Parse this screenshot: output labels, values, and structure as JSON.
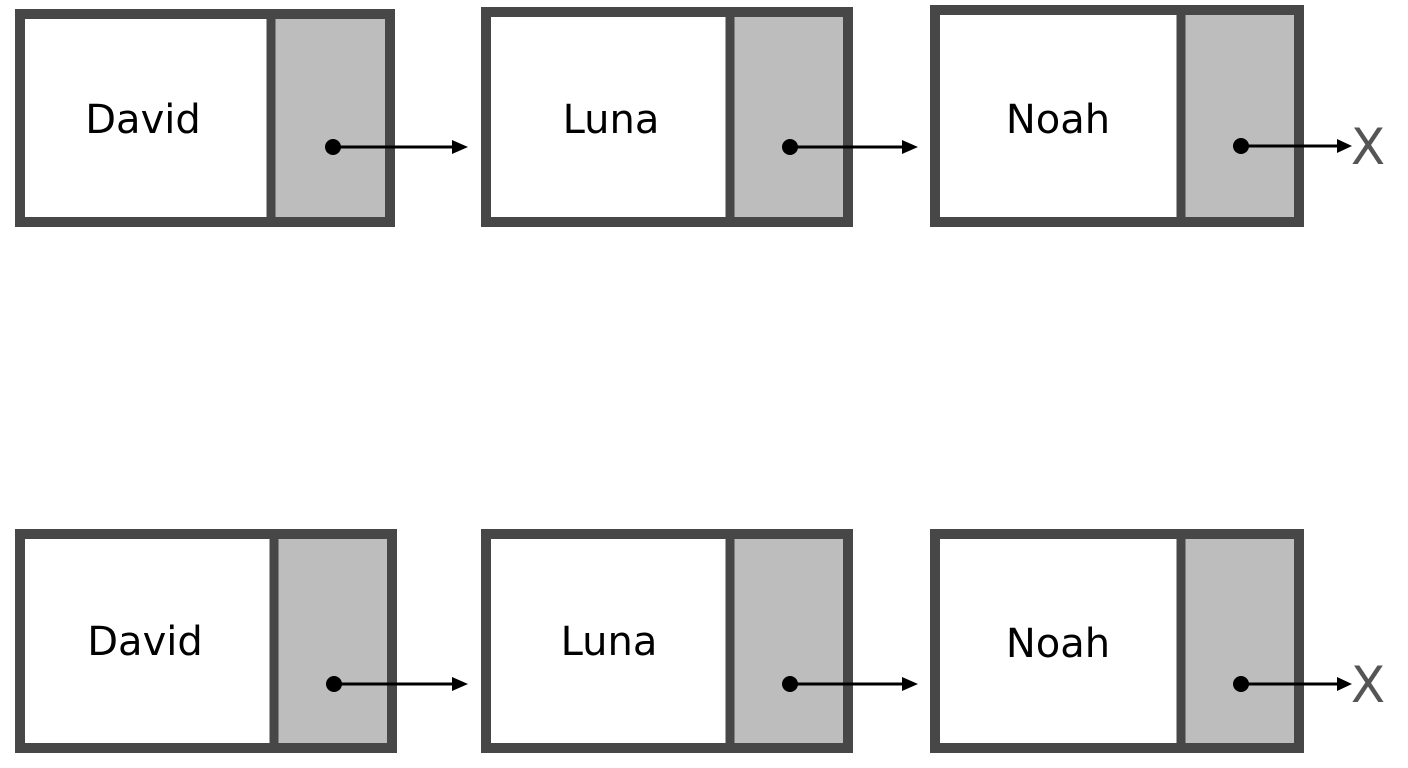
{
  "lists": [
    {
      "nodes": [
        {
          "value": "David"
        },
        {
          "value": "Luna"
        },
        {
          "value": "Noah"
        }
      ],
      "terminator": "X"
    },
    {
      "nodes": [
        {
          "value": "David"
        },
        {
          "value": "Luna"
        },
        {
          "value": "Noah"
        }
      ],
      "terminator": "X"
    }
  ],
  "colors": {
    "border": "#474747",
    "pointer_fill": "#bdbdbd",
    "node_fill": "#ffffff",
    "arrow": "#000000",
    "null_mark": "#555555"
  }
}
